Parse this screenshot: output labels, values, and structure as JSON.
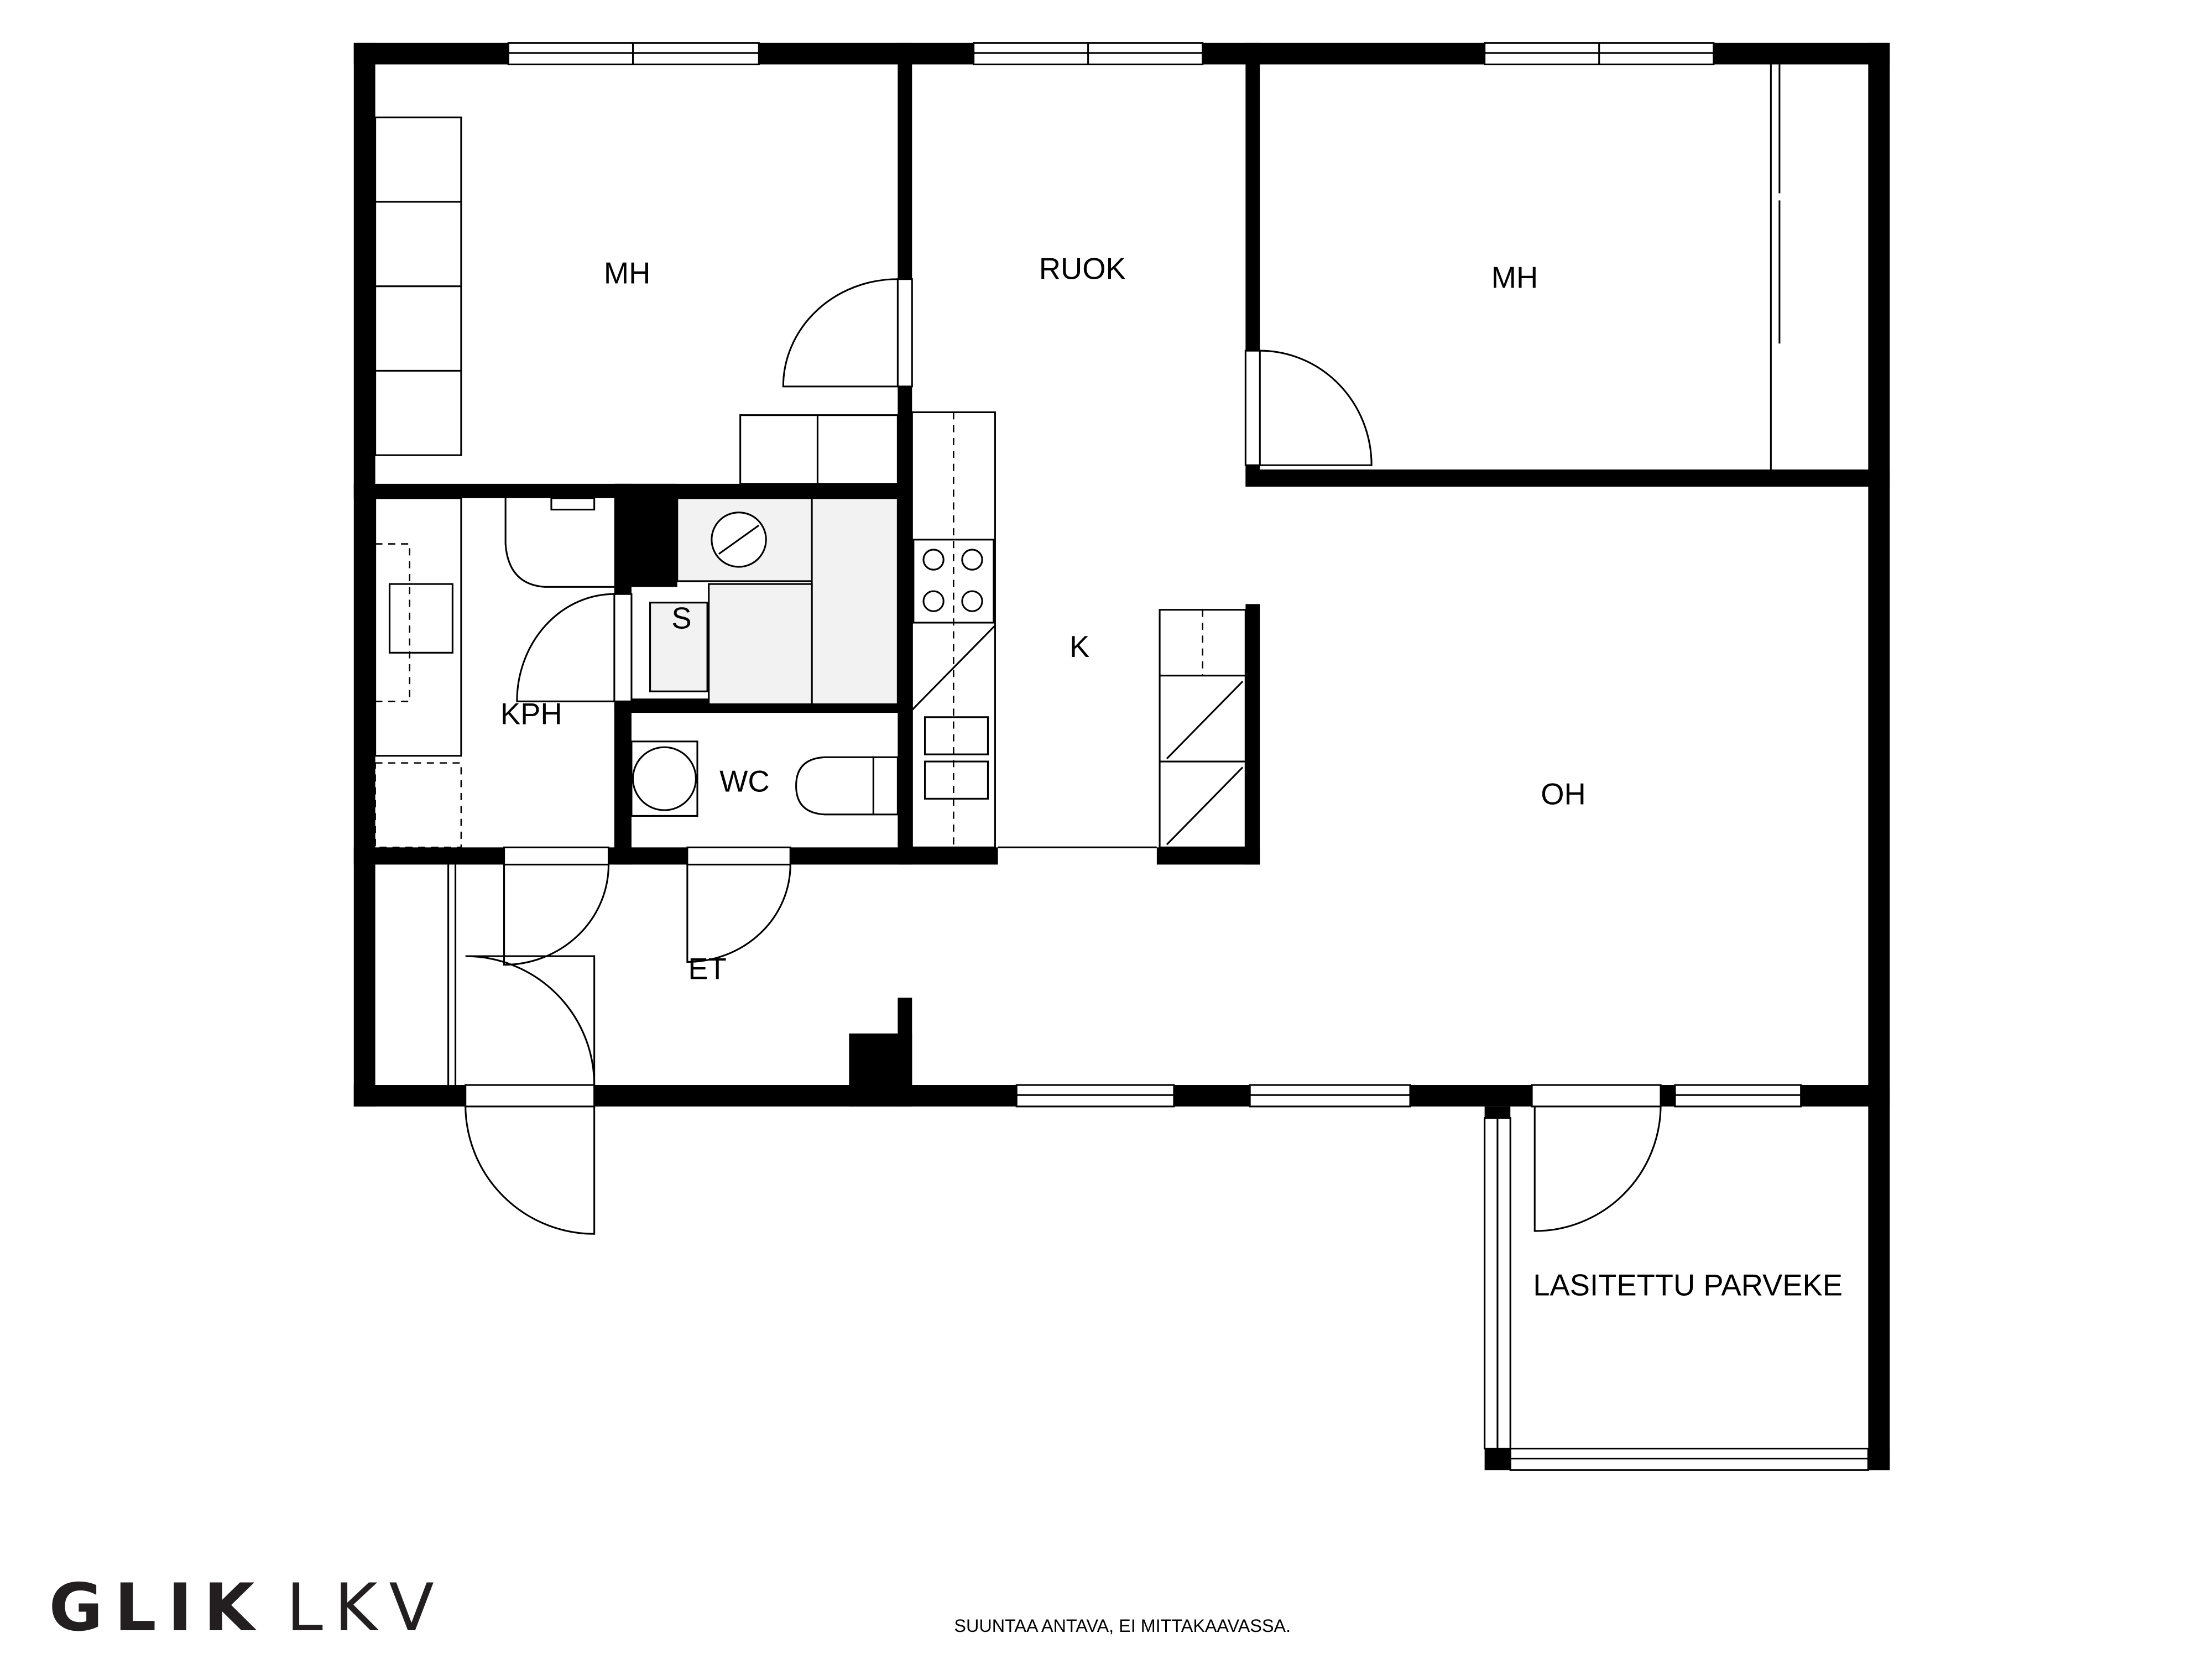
{
  "rooms": {
    "mh1": "MH",
    "ruok": "RUOK",
    "mh2": "MH",
    "s": "S",
    "k": "K",
    "kph": "KPH",
    "wc": "WC",
    "oh": "OH",
    "et": "ET",
    "parveke": "LASITETTU PARVEKE"
  },
  "footer": {
    "logo_bold": "GLIK",
    "logo_light": "LKV",
    "note": "SUUNTAA ANTAVA, EI MITTAKAAVASSA."
  }
}
